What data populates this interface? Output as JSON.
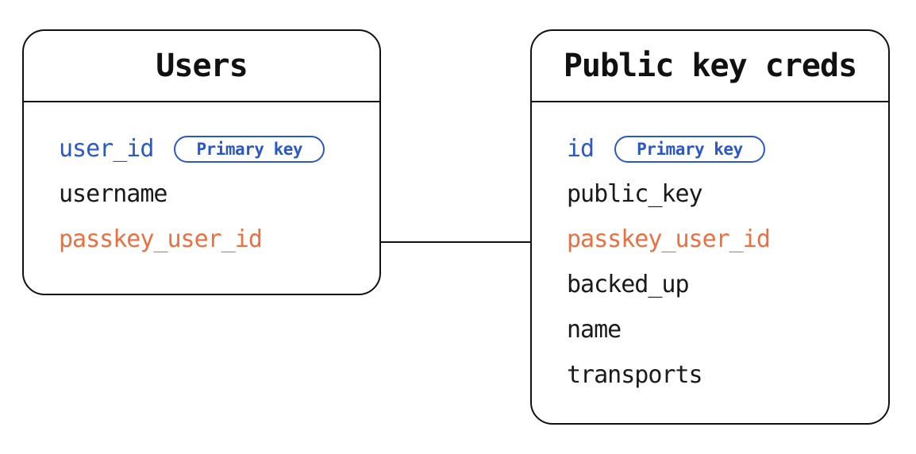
{
  "diagram": {
    "type": "entity-relationship",
    "primary_key_badge_label": "Primary key",
    "colors": {
      "primary_key_field": "#2b58c8",
      "foreign_key_field": "#ed6f3f",
      "default_field": "#1a1a1a",
      "node_border": "#111111",
      "background": "#ffffff"
    },
    "tables": [
      {
        "title": "Users",
        "fields": [
          {
            "name": "user_id",
            "role": "primary",
            "badge": "Primary key"
          },
          {
            "name": "username",
            "role": "default"
          },
          {
            "name": "passkey_user_id",
            "role": "foreign"
          }
        ]
      },
      {
        "title": "Public key creds",
        "fields": [
          {
            "name": "id",
            "role": "primary",
            "badge": "Primary key"
          },
          {
            "name": "public_key",
            "role": "default"
          },
          {
            "name": "passkey_user_id",
            "role": "foreign"
          },
          {
            "name": "backed_up",
            "role": "default"
          },
          {
            "name": "name",
            "role": "default"
          },
          {
            "name": "transports",
            "role": "default"
          }
        ]
      }
    ],
    "relationship": {
      "from_table": "Users",
      "from_field": "passkey_user_id",
      "to_table": "Public key creds",
      "to_field": "passkey_user_id",
      "style": "plain-line"
    }
  }
}
